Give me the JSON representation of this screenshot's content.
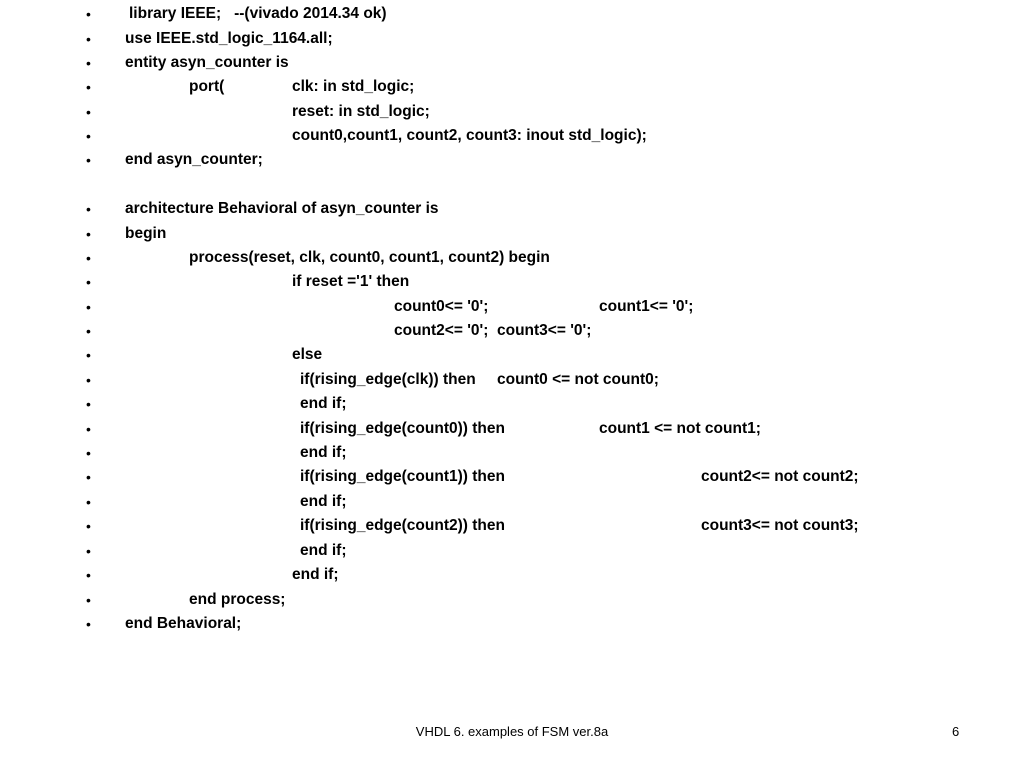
{
  "code_lines": [
    [
      "library IEEE;   --(vivado 2014.34 ok)"
    ],
    [
      "use IEEE.std_logic_1164.all;"
    ],
    [
      "entity asyn_counter is"
    ],
    [
      "port(",
      "clk: in std_logic;"
    ],
    [
      "reset: in std_logic;"
    ],
    [
      "count0,count1, count2, count3: inout std_logic);"
    ],
    [
      "end asyn_counter;"
    ],
    [
      "architecture Behavioral of asyn_counter is"
    ],
    [
      "begin"
    ],
    [
      "process(reset, clk, count0, count1, count2) begin"
    ],
    [
      "if reset ='1' then"
    ],
    [
      "count0<= '0';",
      "count1<= '0';"
    ],
    [
      "count2<= '0';",
      "count3<= '0';"
    ],
    [
      "else"
    ],
    [
      "if(rising_edge(clk)) then",
      "count0 <= not count0;"
    ],
    [
      "end if;"
    ],
    [
      "if(rising_edge(count0)) then",
      "count1 <= not count1;"
    ],
    [
      "end if;"
    ],
    [
      "if(rising_edge(count1)) then",
      "count2<= not count2;"
    ],
    [
      "end if;"
    ],
    [
      "if(rising_edge(count2)) then",
      "count3<= not count3;"
    ],
    [
      "end if;"
    ],
    [
      "end if;"
    ],
    [
      "end process;"
    ],
    [
      "end Behavioral;"
    ]
  ],
  "bullet_char": "•",
  "footer": {
    "text": "VHDL 6. examples of FSM ver.8a",
    "page_number": "6"
  }
}
